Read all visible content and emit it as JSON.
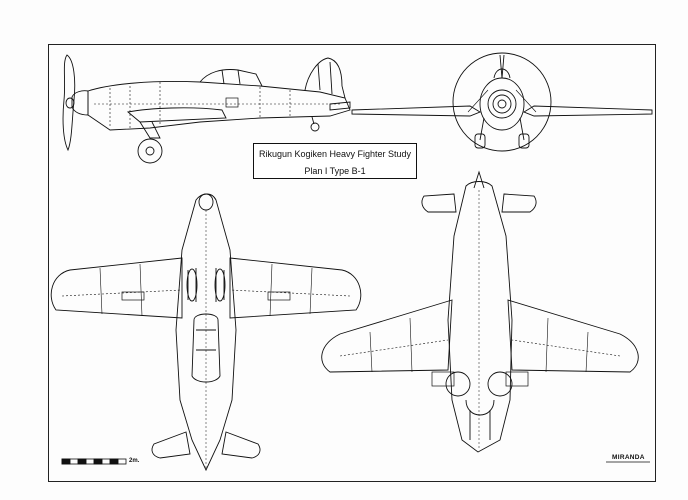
{
  "title": {
    "line1": "Rikugun Kogiken Heavy Fighter Study",
    "line2": "Plan I Type B-1"
  },
  "scale": {
    "label": "2m."
  },
  "signature": {
    "text": "MIRANDA"
  },
  "views": [
    "side-view",
    "front-view",
    "top-view",
    "bottom-view"
  ]
}
